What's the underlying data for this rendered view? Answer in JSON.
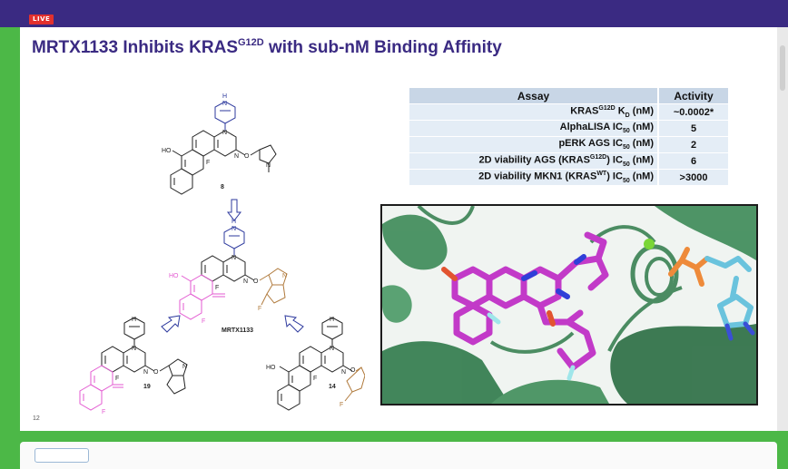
{
  "live_badge": "LIVE",
  "slide": {
    "title_main": "MRTX1133 Inhibits KRAS",
    "title_sup": "G12D",
    "title_rest": " with sub-nM Binding Affinity",
    "page_number": "12"
  },
  "table": {
    "headers": {
      "assay": "Assay",
      "activity": "Activity"
    },
    "rows": [
      {
        "pre": "KRAS",
        "sup": "G12D",
        "mid": " K",
        "sub": "D",
        "post": " (nM)",
        "value": "~0.0002*"
      },
      {
        "pre": "AlphaLISA IC",
        "sub": "50",
        "post": " (nM)",
        "value": "5"
      },
      {
        "pre": "pERK AGS IC",
        "sub": "50",
        "post": " (nM)",
        "value": "2"
      },
      {
        "pre": "2D viability AGS (KRAS",
        "sup": "G12D",
        "mid": ") IC",
        "sub": "50",
        "post": " (nM)",
        "value": "6"
      },
      {
        "pre": "2D viability MKN1 (KRAS",
        "sup": "WT",
        "mid": ") IC",
        "sub": "50",
        "post": " (nM)",
        "value": ">3000"
      }
    ]
  },
  "compounds": {
    "top_id": "8",
    "center_id": "MRTX1133",
    "left_id": "19",
    "right_id": "14",
    "atom_N": "N",
    "atom_H": "H",
    "atom_F": "F",
    "atom_O": "O",
    "atom_HO": "HO"
  },
  "colors": {
    "header_bar": "#3a2a82",
    "frame_green": "#4cb847",
    "live_red": "#e2312e",
    "title": "#3a2a82",
    "table_header": "#c8d6e6",
    "table_row": "#e4edf6",
    "chem_blue": "#2e3a9e",
    "chem_pink": "#e35ad1",
    "chem_brown": "#b07a3c",
    "protein_green": "#2f7a4a",
    "ligand_magenta": "#c23ac8"
  }
}
